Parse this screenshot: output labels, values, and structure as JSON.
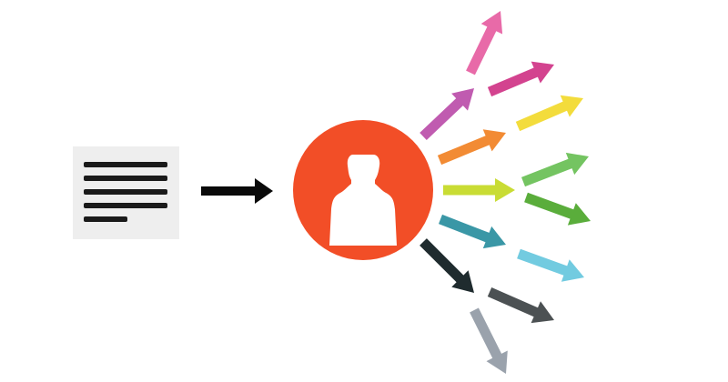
{
  "diagram": {
    "colors": {
      "background": "#ffffff",
      "document_bg": "#eeeeee",
      "document_lines": "#1a1a1a",
      "input_arrow": "#0a0a0a",
      "person_circle": "#f24e27",
      "person_silhouette": "#ffffff"
    },
    "icons": {
      "document": "document-lines-icon",
      "person": "person-silhouette-icon"
    },
    "spread_arrows": [
      {
        "name": "arrow-inner-1",
        "color": "#c05bb0"
      },
      {
        "name": "arrow-inner-2",
        "color": "#f28b34"
      },
      {
        "name": "arrow-inner-3",
        "color": "#c9dc34"
      },
      {
        "name": "arrow-inner-4",
        "color": "#3a97a6"
      },
      {
        "name": "arrow-inner-5",
        "color": "#1f2b2e"
      },
      {
        "name": "arrow-outer-1",
        "color": "#e86aa8"
      },
      {
        "name": "arrow-outer-2",
        "color": "#d3438f"
      },
      {
        "name": "arrow-outer-3",
        "color": "#f3dc3c"
      },
      {
        "name": "arrow-outer-4",
        "color": "#74c461"
      },
      {
        "name": "arrow-outer-5",
        "color": "#5aad3b"
      },
      {
        "name": "arrow-outer-6",
        "color": "#72cbe0"
      },
      {
        "name": "arrow-outer-7",
        "color": "#4c5153"
      },
      {
        "name": "arrow-outer-8",
        "color": "#9aa2ac"
      }
    ]
  }
}
